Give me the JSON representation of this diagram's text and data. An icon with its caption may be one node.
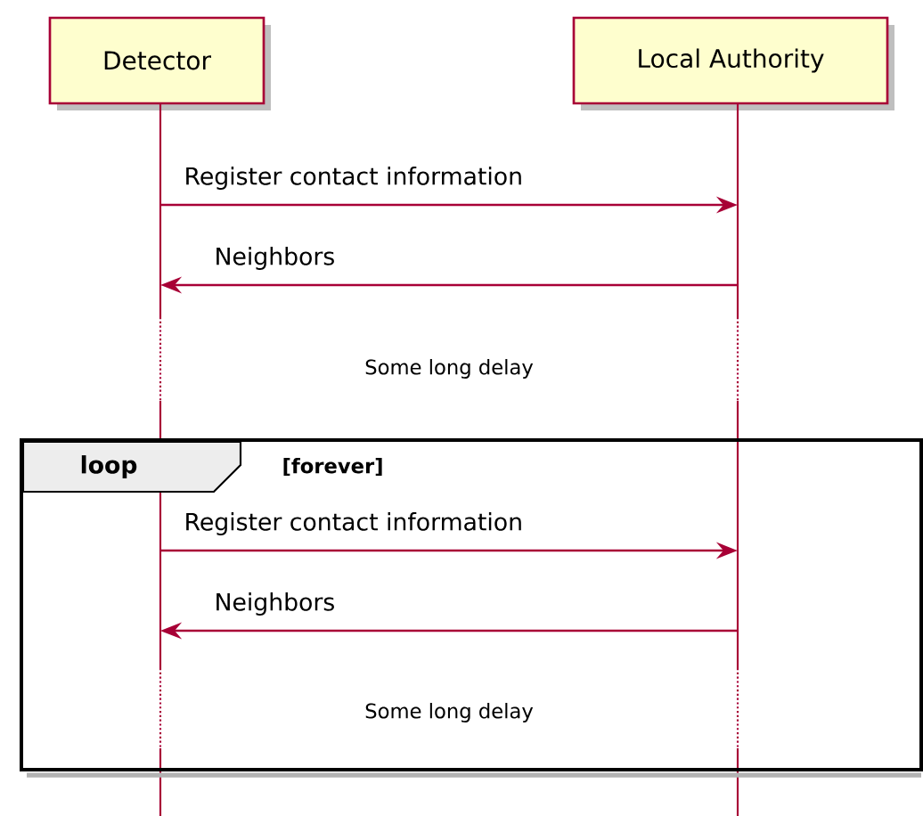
{
  "diagram": {
    "nodes": [
      {
        "text": [
          "Detector"
        ]
      },
      {
        "text": [
          "Local Authority"
        ]
      },
      {
        "text": [],
        "shape": "line"
      },
      {
        "text": [],
        "shape": "line"
      }
    ],
    "edges": [
      {
        "from": 2,
        "to": 3,
        "arrow": "to",
        "label": "Register contact information"
      },
      {
        "from": 3,
        "to": 2,
        "arrow": "to",
        "label": "Neighbors"
      },
      {
        "from": 2,
        "to": 3,
        "arrow": "to",
        "label": "Register contact information"
      },
      {
        "from": 3,
        "to": 2,
        "arrow": "to",
        "label": "Neighbors"
      }
    ],
    "labels": [
      "Some long delay",
      "loop",
      "[forever]",
      "Some long delay"
    ]
  }
}
